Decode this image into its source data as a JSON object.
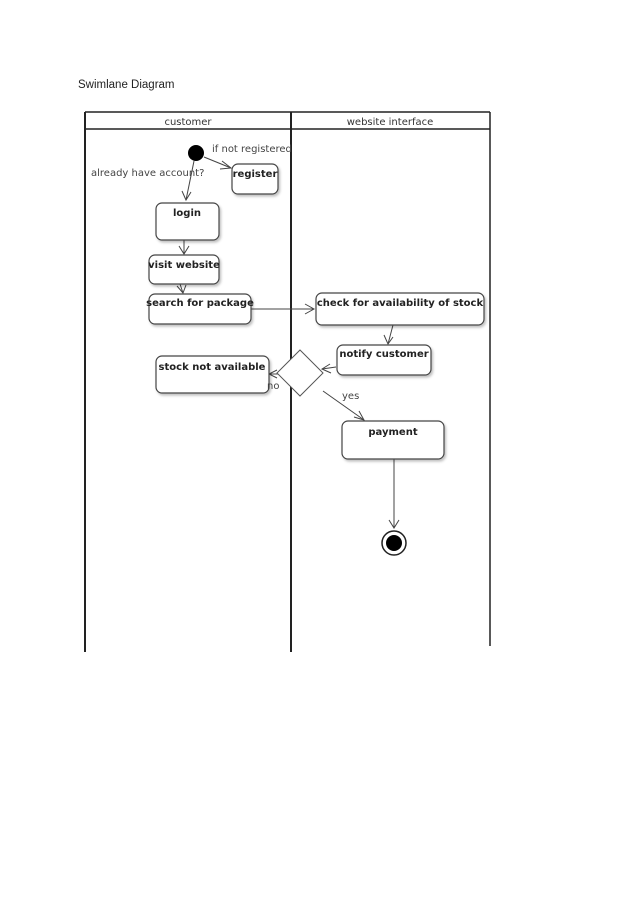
{
  "document_title": "Swimlane Diagram",
  "lanes": [
    {
      "id": "customer",
      "label": "customer"
    },
    {
      "id": "website",
      "label": "website interface"
    }
  ],
  "nodes": {
    "register": "register",
    "login": "login",
    "visit_website": "visit website",
    "search_package": "search for package",
    "check_stock": "check for availability of stock",
    "notify_customer": "notify customer",
    "stock_not_available": "stock not available",
    "payment": "payment"
  },
  "guards": {
    "if_not_registered": "if not registered",
    "already_have_account": "already have account?",
    "no": "no",
    "yes": "yes"
  },
  "colors": {
    "stroke": "#444444",
    "fill": "#ffffff",
    "initial_node": "#000000"
  }
}
